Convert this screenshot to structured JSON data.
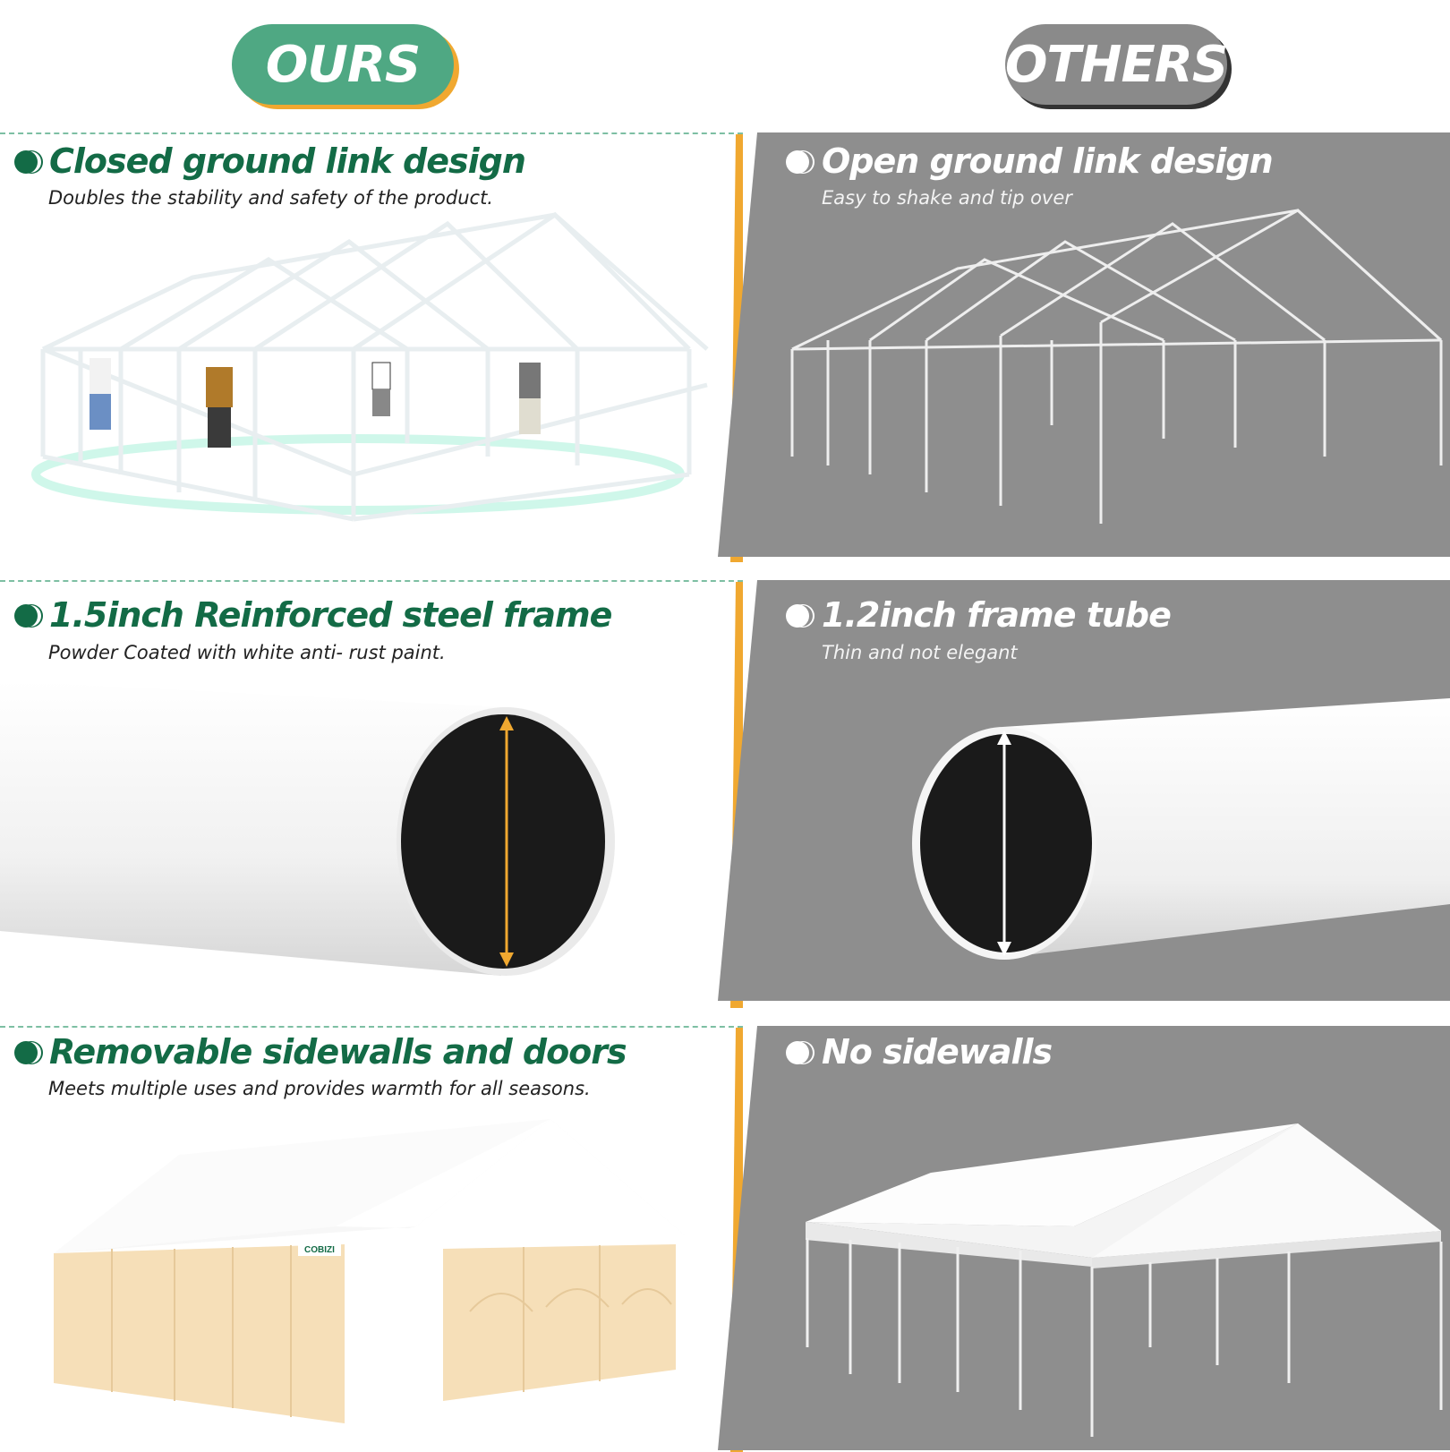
{
  "header": {
    "ours_label": "OURS",
    "others_label": "OTHERS"
  },
  "colors": {
    "brand_green": "#136b46",
    "pill_green": "#4fa883",
    "accent_orange": "#f0a830",
    "others_gray": "#8e8e8e"
  },
  "rows": [
    {
      "ours": {
        "title": "Closed ground link design",
        "subtitle": "Doubles the stability and safety of the product.",
        "image": "tent-frame-with-people"
      },
      "others": {
        "title": "Open ground link design",
        "subtitle": "Easy to shake and tip over",
        "image": "open-tent-frame"
      }
    },
    {
      "ours": {
        "title": "1.5inch Reinforced steel frame",
        "subtitle": "Powder Coated with white anti- rust paint.",
        "image": "thick-tube"
      },
      "others": {
        "title": "1.2inch frame tube",
        "subtitle": "Thin and not elegant",
        "image": "thin-tube"
      }
    },
    {
      "ours": {
        "title": "Removable sidewalls and doors",
        "subtitle": "Meets multiple uses and provides warmth for all seasons.",
        "image": "tent-with-sidewalls"
      },
      "others": {
        "title": "No sidewalls",
        "subtitle": "",
        "image": "canopy-without-sidewalls"
      }
    }
  ],
  "brand_logo_text": "COBIZI"
}
